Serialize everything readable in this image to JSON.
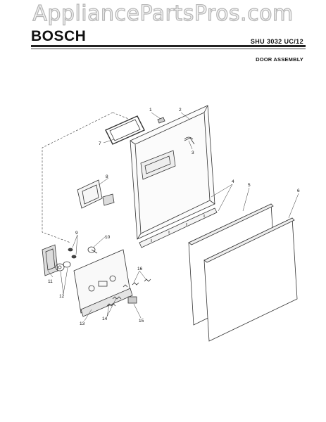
{
  "watermark": "AppliancePartsPros.com",
  "header": {
    "brand": "BOSCH",
    "model": "SHU 3032 UC/12",
    "section": "DOOR ASSEMBLY"
  },
  "callouts": [
    "1",
    "2",
    "3",
    "4",
    "5",
    "6",
    "7",
    "8",
    "9",
    "10",
    "11",
    "12",
    "13",
    "14",
    "15",
    "16"
  ]
}
